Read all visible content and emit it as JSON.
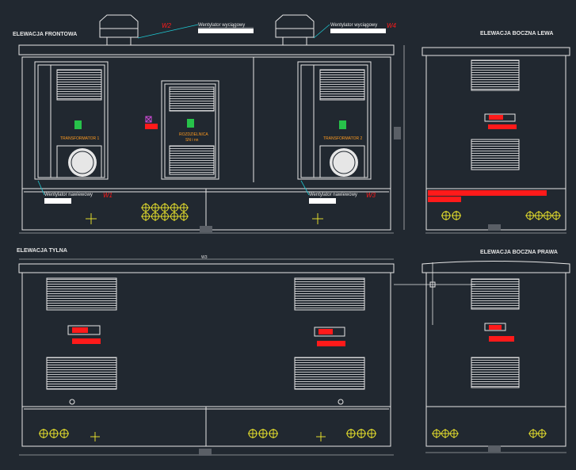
{
  "views": {
    "front": "ELEWACJA FRONTOWA",
    "left": "ELEWACJA BOCZNA LEWA",
    "rear": "ELEWACJA TYLNA",
    "right": "ELEWACJA BOCZNA PRAWA"
  },
  "labels": {
    "exhaust_fan": "Wentylator wyciągowy",
    "supply_fan": "Wentylator nawiewowy",
    "transformer_1": "TRANSFORMATOR 1",
    "transformer_2": "TRANSFORMATOR 2",
    "switchgear": "ROZDZIELNICA",
    "switchgear_sub": "SN i nn",
    "dim_top": "W3"
  },
  "markers": {
    "w1": "W1",
    "w2": "W2",
    "w3": "W3",
    "w4": "W4"
  },
  "colors": {
    "background": "#212830",
    "outline": "#e6e6e6",
    "marker_red": "#ff1a1a",
    "leader_cyan": "#1ec8d2",
    "symbol_yellow": "#f5ee2c",
    "label_orange": "#ff9a1e",
    "symbol_green": "#27c24a",
    "symbol_magenta": "#d04bd8"
  }
}
